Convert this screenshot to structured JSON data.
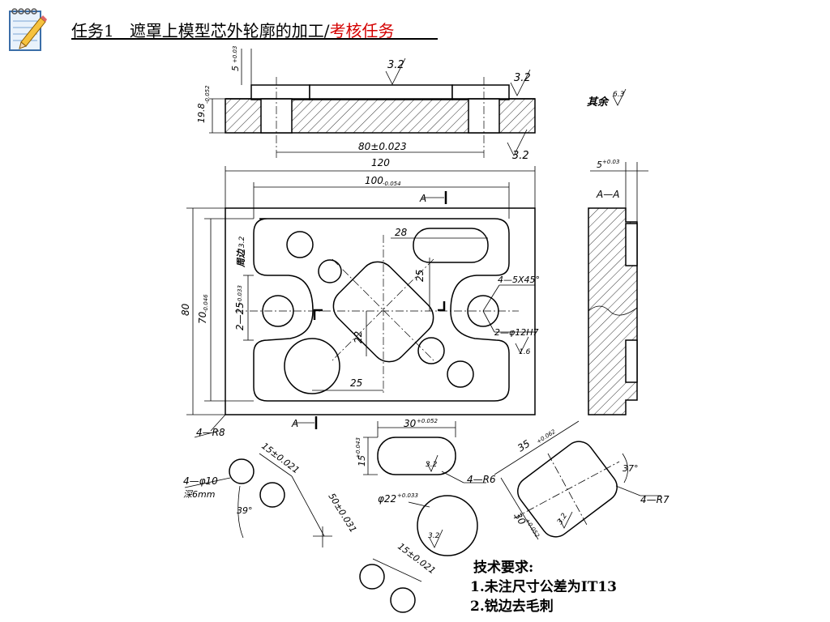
{
  "title": {
    "task": "任务1",
    "main": "遮罩上模型芯外轮廓的加工/",
    "assessment": "考核任务",
    "assessment_color": "#d40000"
  },
  "icon": "notebook-pencil-icon",
  "drawing": {
    "roughness_top": "3.2",
    "roughness_right_top": "3.2",
    "roughness_right_bottom": "3.2",
    "rest_label": "其余",
    "rest_value": "6.3",
    "dim_height_left": "19.8",
    "dim_height_left_tol": "-0.052",
    "dim_top_depth": "5",
    "dim_top_depth_tol": "+0.03",
    "dim_80_tol": "80±0.023",
    "dim_120": "120",
    "dim_100": "100",
    "dim_100_tol": "-0.054",
    "section_marker": "A",
    "section_label": "A—A",
    "section_depth": "5",
    "section_depth_tol": "+0.03",
    "dim_28": "28",
    "dim_25_vert": "25",
    "dim_4x45": "4—5X45°",
    "dim_hole_12": "2—φ12H7",
    "roughness_hole": "1.6",
    "dim_80_vert": "80",
    "dim_70": "70",
    "dim_70_tol": "-0.046",
    "dim_2_25": "2—25",
    "dim_2_25_tol": "+0.033",
    "dim_22": "22",
    "dim_25_horiz": "25",
    "side_label": "周边",
    "side_roughness": "3.2",
    "dim_4r8": "4—R8",
    "dim_30_slot": "30",
    "dim_30_slot_tol": "+0.052",
    "dim_15_slot": "15",
    "dim_15_slot_tol": "+0.043",
    "roughness_slot": "3.2",
    "dim_4r6": "4—R6",
    "dim_phi10": "4—φ10",
    "depth_6mm": "深6mm",
    "dim_15_021_top": "15±0.021",
    "dim_50_031": "50±0.031",
    "dim_15_021_bottom": "15±0.021",
    "dim_39": "39°",
    "dim_phi22": "φ22",
    "dim_phi22_tol": "+0.033",
    "roughness_circle": "3.2",
    "dim_35": "35",
    "dim_35_tol": "+0.062",
    "dim_37": "37°",
    "dim_4r7": "4—R7",
    "dim_30_rect": "30",
    "dim_30_rect_tol": "+0.052",
    "roughness_rect": "3.2"
  },
  "technical_requirements": {
    "heading": "技术要求:",
    "item1": "1.未注尺寸公差为IT13",
    "item2": "2.锐边去毛刺"
  }
}
